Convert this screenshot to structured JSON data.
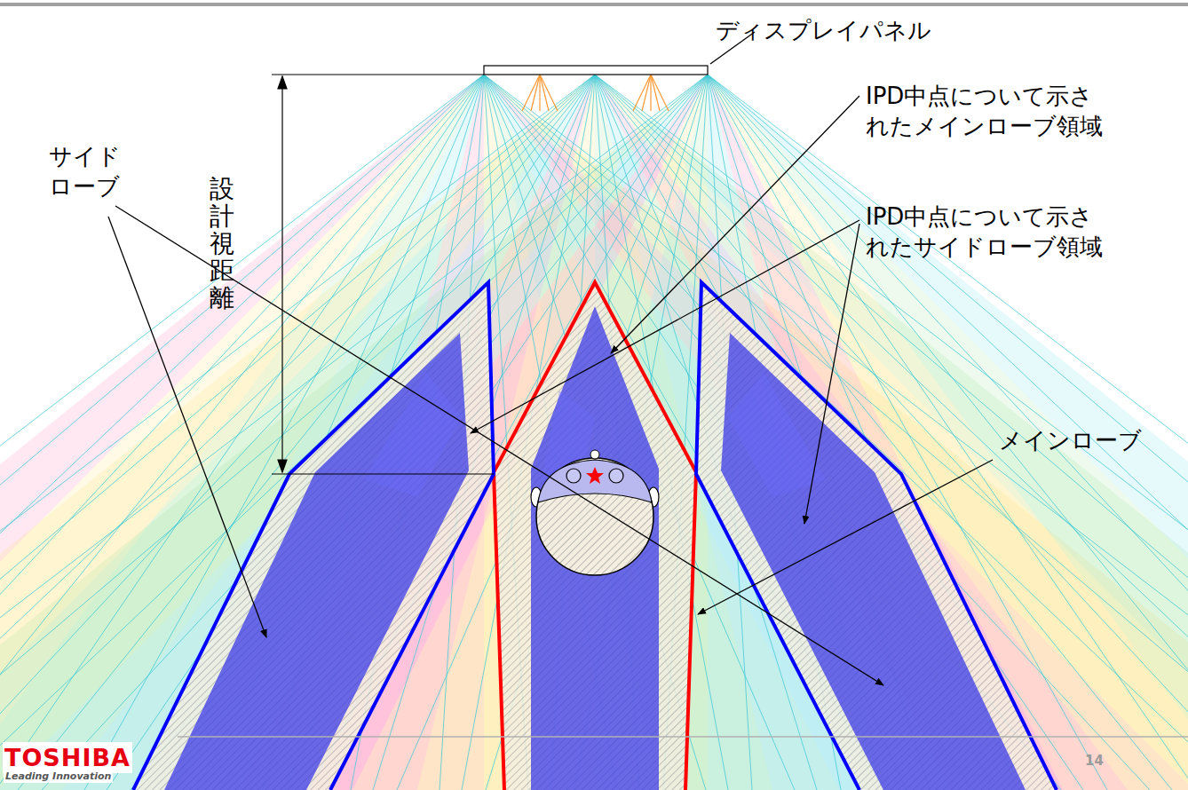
{
  "diagram": {
    "labels": [
      "ディスプレイパネル",
      "設計視距離",
      "IPD中点について示さ れたメインローブ領域",
      "IPD中点について示さ れたサイドローブ領域",
      "サイド ローブ",
      "メインローブ",
      "TOSHIBA",
      "Leading Innovation",
      "14"
    ]
  }
}
